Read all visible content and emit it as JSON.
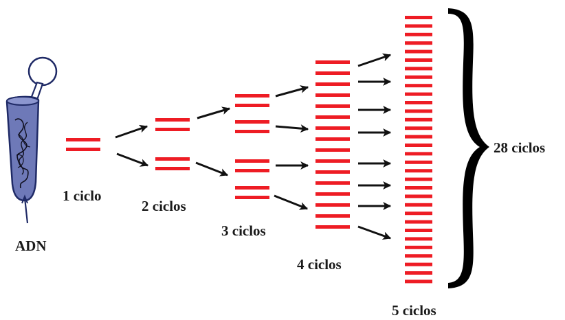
{
  "labels": {
    "source": "ADN",
    "cycle1": "1 ciclo",
    "cycle2": "2 ciclos",
    "cycle3": "3 ciclos",
    "cycle4": "4 ciclos",
    "cycle5": "5 ciclos",
    "total": "28 ciclos"
  },
  "colors": {
    "strand": "#ee1c24",
    "arrow": "#111111",
    "tube_fill": "#6e79b8",
    "tube_outline": "#1f2a66"
  },
  "icons": {
    "tube": "test-tube-icon",
    "brace": "right-curly-brace-icon"
  }
}
